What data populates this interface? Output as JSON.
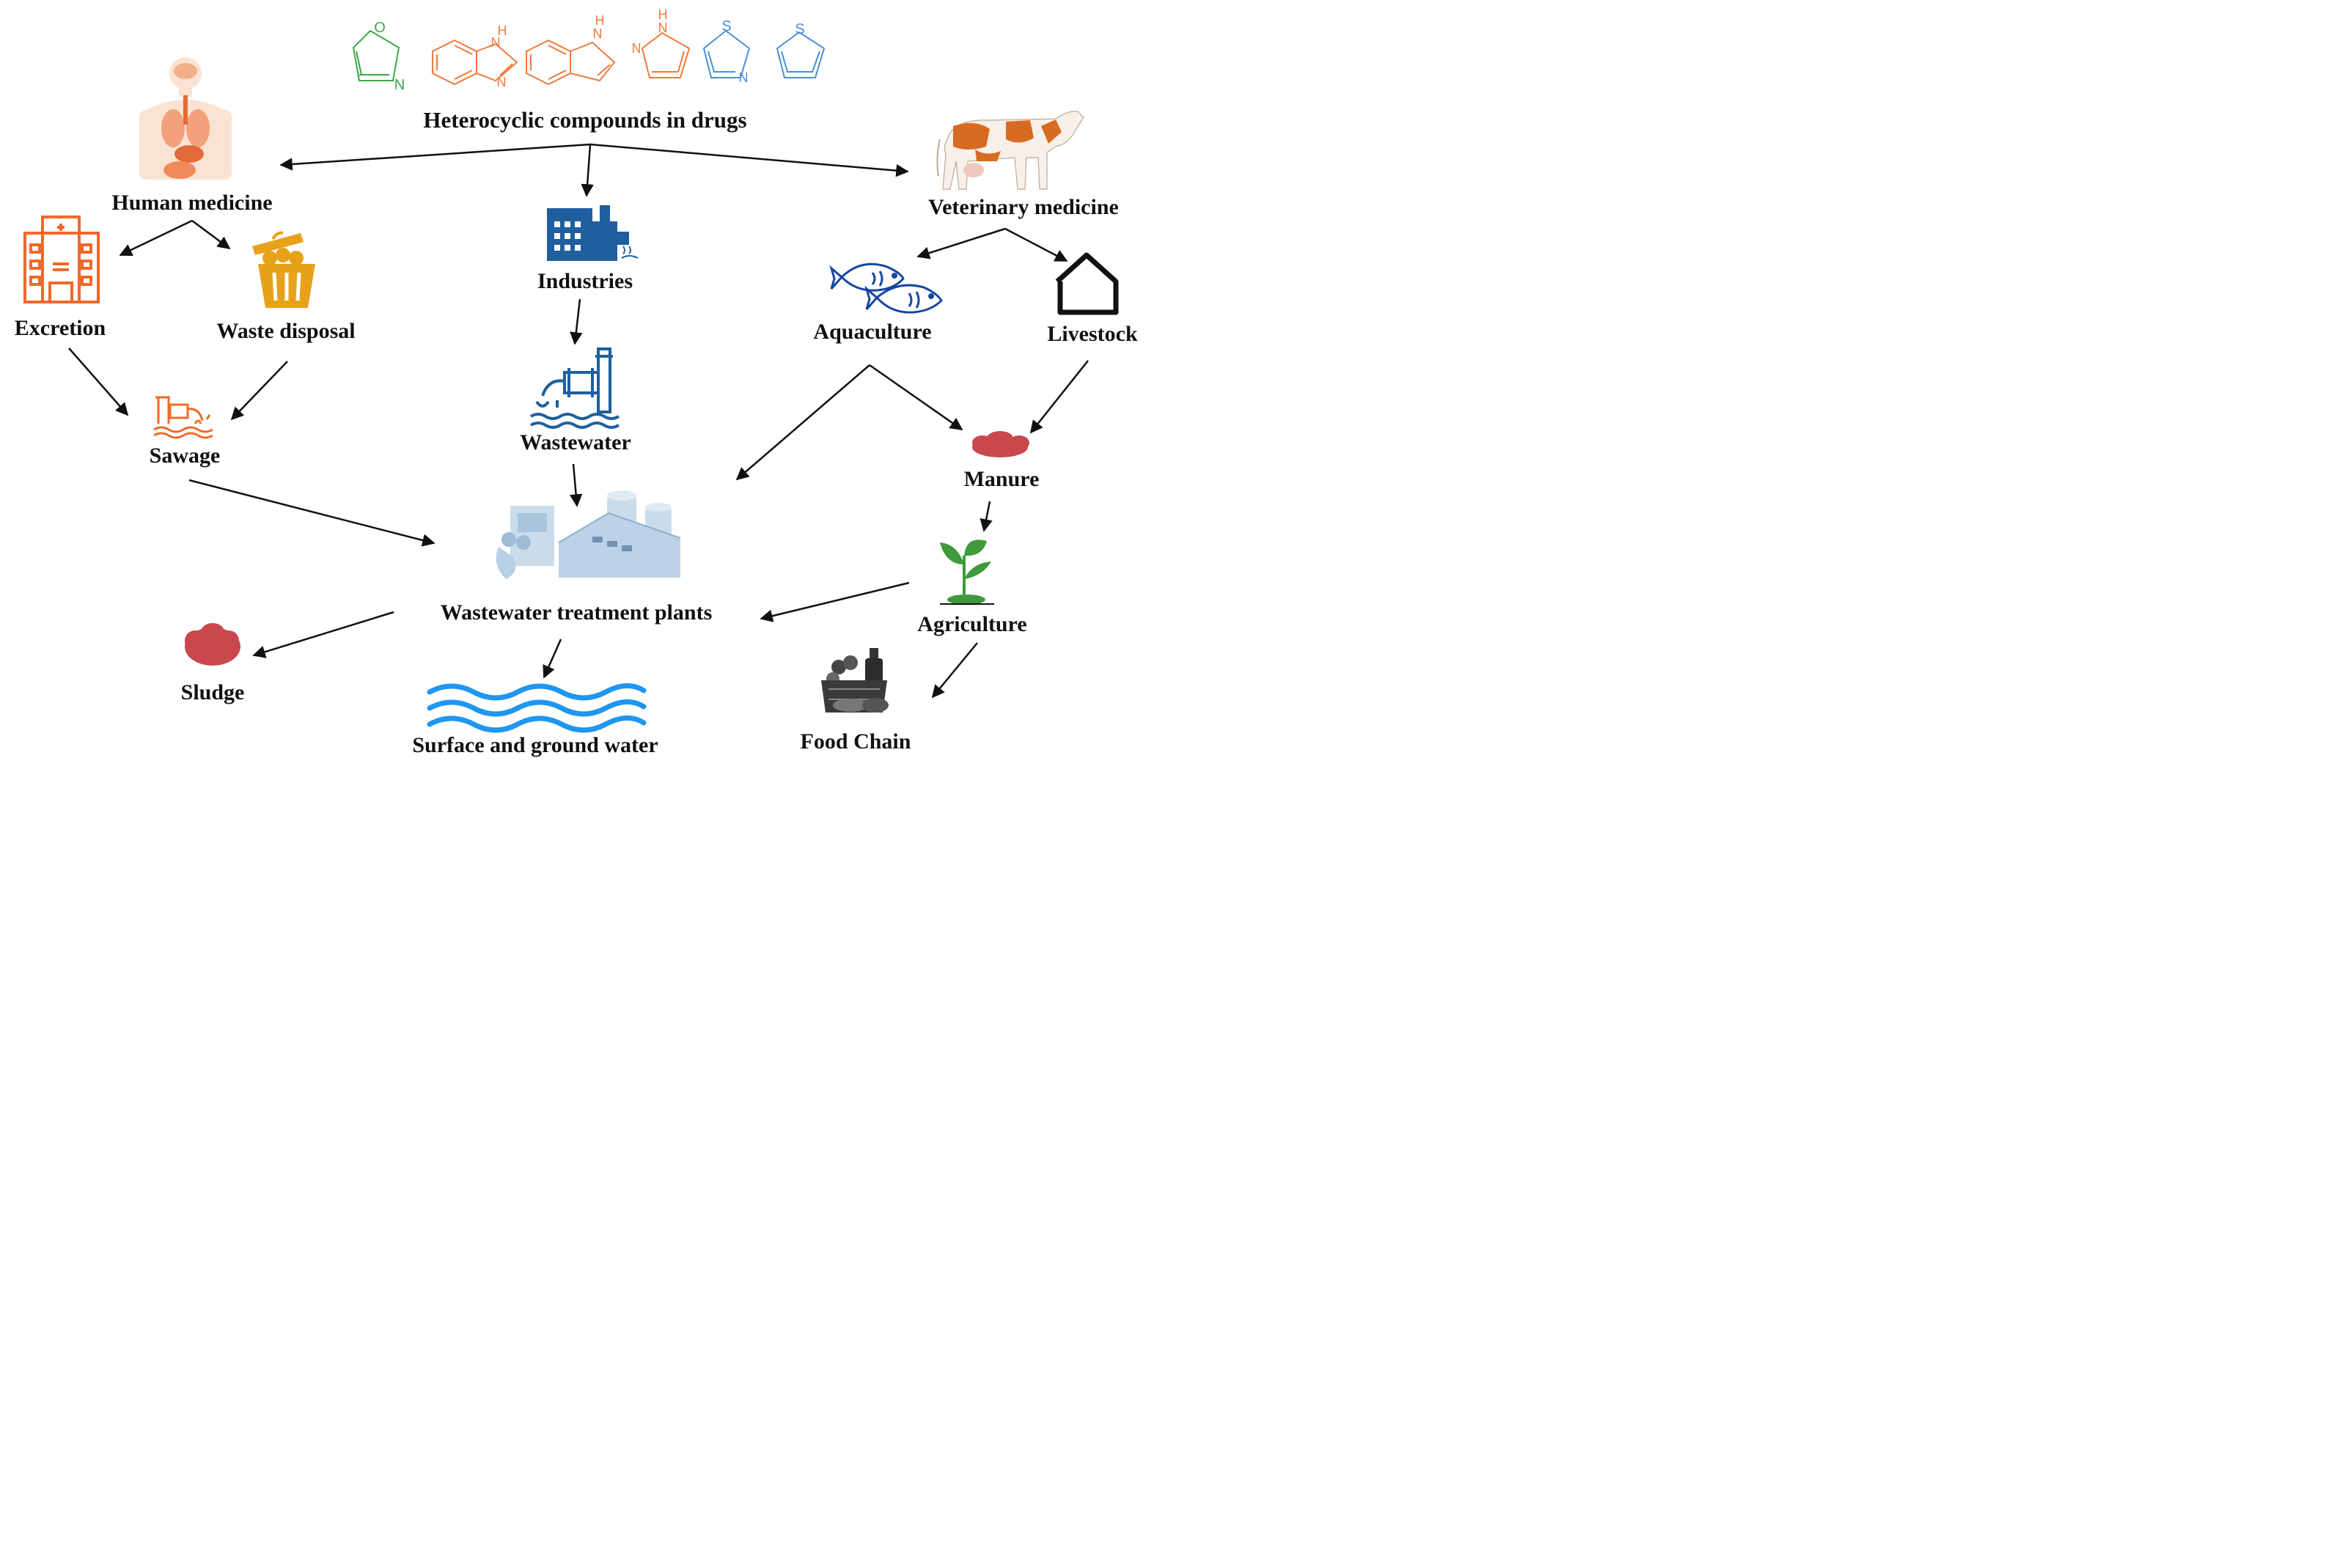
{
  "title": "Heterocyclic compounds in drugs",
  "molecules": {
    "oxazole": {
      "o": "O",
      "n": "N"
    },
    "benzimidazole": {
      "nh": "H",
      "n1": "N",
      "n2": "N"
    },
    "indole": {
      "nh": "H",
      "n": "N"
    },
    "pyrazole": {
      "nh": "H",
      "n1": "N",
      "n2": "N"
    },
    "thiazole": {
      "s": "S",
      "n": "N"
    },
    "thiophene": {
      "s": "S"
    }
  },
  "nodes": {
    "human_medicine": "Human medicine",
    "veterinary_medicine": "Veterinary medicine",
    "industries": "Industries",
    "excretion": "Excretion",
    "waste_disposal": "Waste disposal",
    "sewage": "Sawage",
    "wastewater": "Wastewater",
    "aquaculture": "Aquaculture",
    "livestock": "Livestock",
    "manure": "Manure",
    "agriculture": "Agriculture",
    "wwtp": "Wastewater treatment plants",
    "sludge": "Sludge",
    "water": "Surface and ground water",
    "food_chain": "Food Chain"
  },
  "colors": {
    "oxazole": "#3aa845",
    "orange": "#ef7a3a",
    "blue_struct": "#4a8fd6",
    "industry_blue": "#1f5f9e",
    "waste_yellow": "#e8a21a",
    "manure_red": "#c9484e",
    "water_blue": "#1f96f0",
    "plant_green": "#3e9a3b",
    "navy": "#0a3a8c",
    "arrow": "#111111"
  },
  "icons": [
    "human-body-icon",
    "cow-icon",
    "hospital-icon",
    "trash-can-icon",
    "factory-icon",
    "wastewater-pipe-icon",
    "sewage-pipe-icon",
    "fish-icon",
    "house-icon",
    "manure-icon",
    "plant-icon",
    "treatment-plant-icon",
    "sludge-icon",
    "water-waves-icon",
    "food-basket-icon"
  ]
}
